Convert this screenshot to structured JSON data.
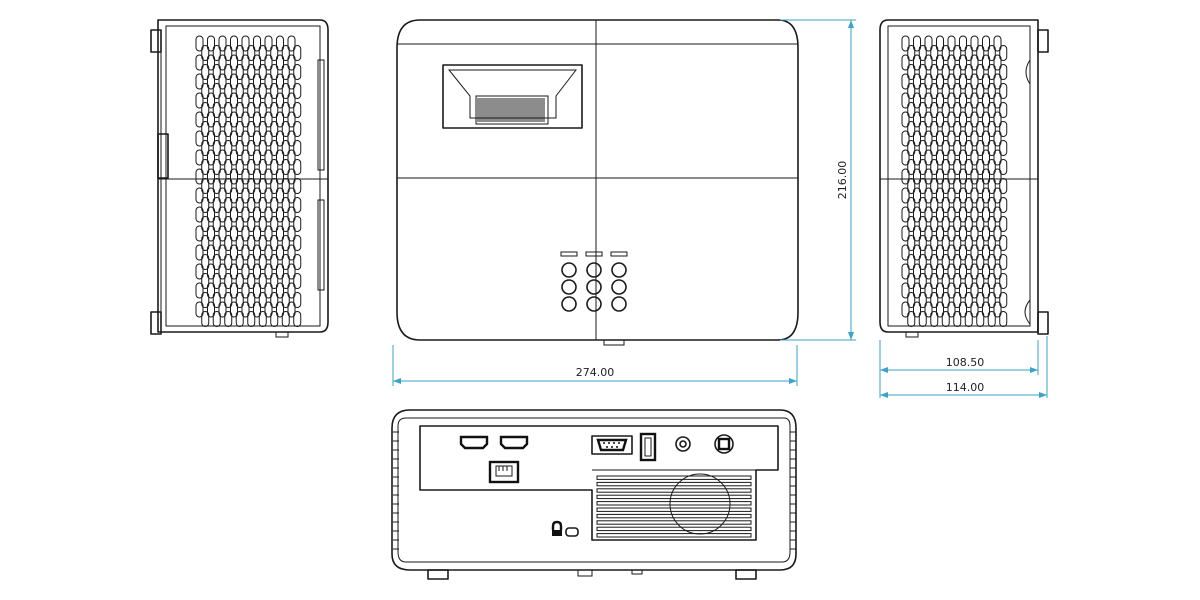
{
  "colors": {
    "outline": "#1a1a1a",
    "dimension": "#3aa3c9",
    "dimension_text": "#222222",
    "background": "#ffffff"
  },
  "dimensions": {
    "width": "274.00",
    "height": "216.00",
    "side_depth_inner": "108.50",
    "side_depth_outer": "114.00"
  }
}
